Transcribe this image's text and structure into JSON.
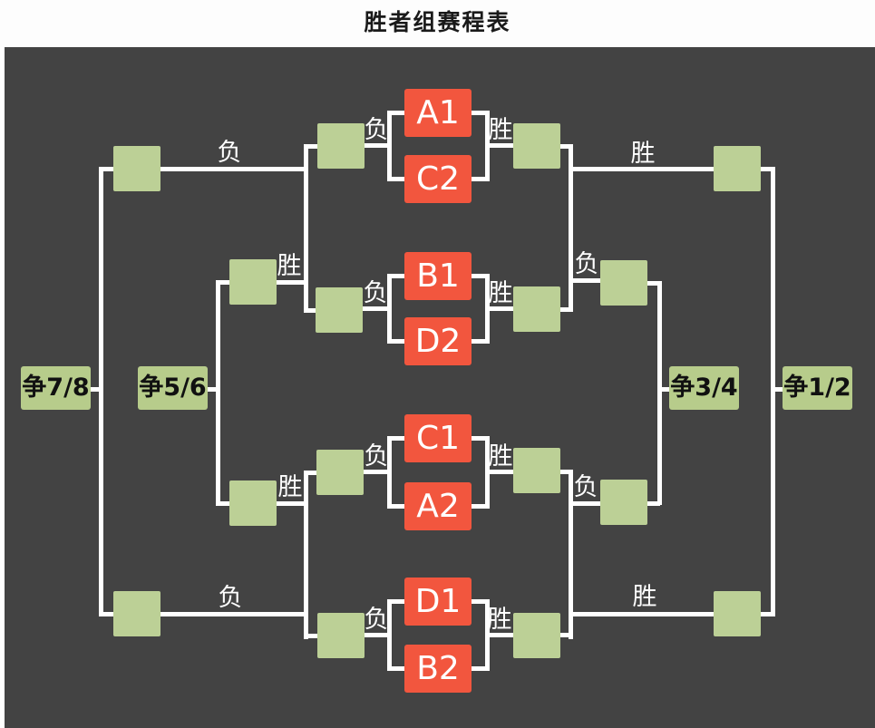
{
  "title": "胜者组赛程表",
  "edge_labels": {
    "win": "胜",
    "lose": "负"
  },
  "matches": [
    {
      "name": "match-1",
      "top": "A1",
      "bottom": "C2"
    },
    {
      "name": "match-2",
      "top": "B1",
      "bottom": "D2"
    },
    {
      "name": "match-3",
      "top": "C1",
      "bottom": "A2"
    },
    {
      "name": "match-4",
      "top": "D1",
      "bottom": "B2"
    }
  ],
  "placements": [
    {
      "label": "争7/8"
    },
    {
      "label": "争5/6"
    },
    {
      "label": "争3/4"
    },
    {
      "label": "争1/2"
    }
  ],
  "colors": {
    "page_background": "#ffffff",
    "panel_background": "#434343",
    "team_box": "#f2563e",
    "connector_box": "#bcd096",
    "placement_box": "#b7cc8b",
    "line": "#ffffff",
    "edge_label_text": "#ffffff",
    "team_text": "#ffffff",
    "placement_text": "#111111",
    "title_text": "#1a1a1a"
  }
}
